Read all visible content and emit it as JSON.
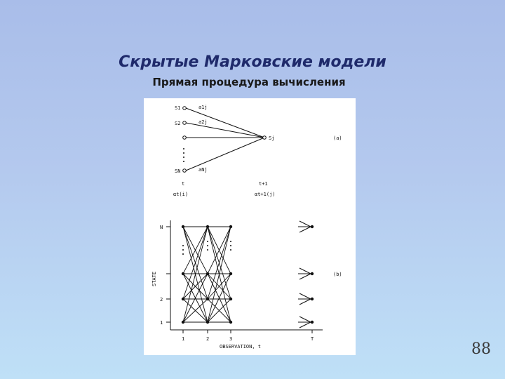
{
  "slide": {
    "title": "Скрытые Марковские модели",
    "subtitle": "Прямая процедура вычисления",
    "page_number": "88"
  },
  "figure_a": {
    "states": [
      "S1",
      "S2",
      "",
      "SN"
    ],
    "target": "Sj",
    "weights": [
      "a1j",
      "a2j",
      "aNj"
    ],
    "time_left": "t",
    "time_right": "t+1",
    "alpha_left": "αt(i)",
    "alpha_right": "αt+1(j)",
    "panel_label": "(a)"
  },
  "figure_b": {
    "y_axis_label": "STATE",
    "y_ticks": [
      "1",
      "2",
      "N"
    ],
    "x_axis_label": "OBSERVATION, t",
    "x_ticks": [
      "1",
      "2",
      "3",
      "T"
    ],
    "panel_label": "(b)"
  }
}
